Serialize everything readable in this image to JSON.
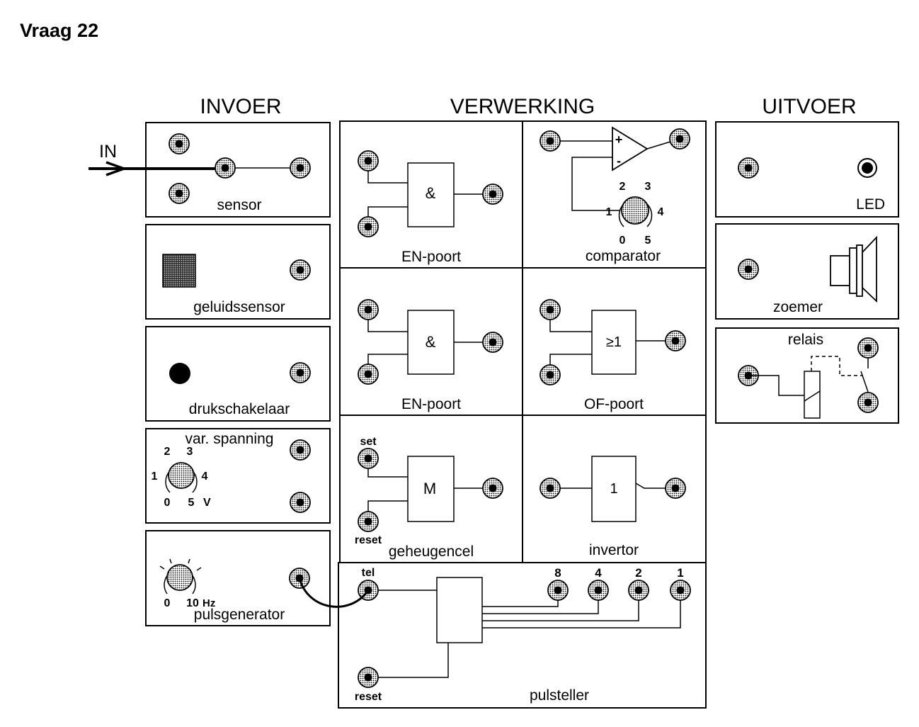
{
  "question_title": "Vraag 22",
  "columns": {
    "input": "INVOER",
    "processing": "VERWERKING",
    "output": "UITVOER"
  },
  "input_arrow_label": "IN",
  "modules": {
    "sensor": "sensor",
    "sound_sensor": "geluidssensor",
    "push_switch": "drukschakelaar",
    "variable_voltage": "var. spanning",
    "pulse_generator": "pulsgenerator",
    "and_gate_1": "EN-poort",
    "and_gate_2": "EN-poort",
    "comparator": "comparator",
    "or_gate": "OF-poort",
    "memory_cell": "geheugencel",
    "inverter": "invertor",
    "pulse_counter": "pulsteller",
    "led": "LED",
    "buzzer": "zoemer",
    "relay": "relais"
  },
  "gate_symbols": {
    "and": "&",
    "or": "≥1",
    "memory": "M",
    "not": "1"
  },
  "pin_labels": {
    "set": "set",
    "reset": "reset",
    "count": "tel"
  },
  "counter_outputs": [
    "8",
    "4",
    "2",
    "1"
  ],
  "dial_scales": {
    "comparator": [
      "0",
      "1",
      "2",
      "3",
      "4",
      "5"
    ],
    "variable_voltage": [
      "0",
      "1",
      "2",
      "3",
      "4",
      "5"
    ],
    "variable_voltage_unit": "V",
    "pulse_generator_min": "0",
    "pulse_generator_max": "10",
    "pulse_generator_unit": "Hz"
  },
  "comparator_inputs": {
    "plus": "+",
    "minus": "-"
  }
}
